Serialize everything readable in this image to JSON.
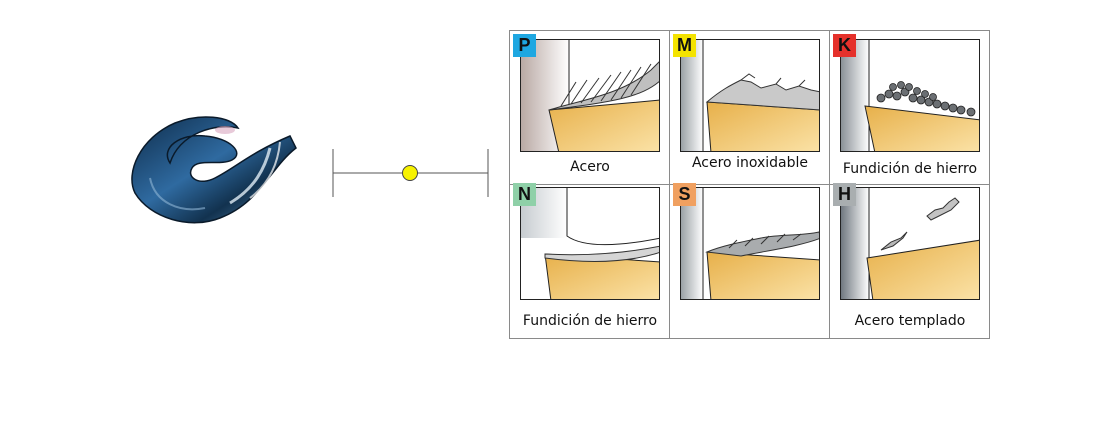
{
  "materials": [
    {
      "code": "P",
      "label": "Acero",
      "color": "#1ea7e1"
    },
    {
      "code": "M",
      "label": "Acero inoxidable",
      "color": "#f4e300"
    },
    {
      "code": "K",
      "label": "Fundición de hierro",
      "color": "#e5312b"
    },
    {
      "code": "N",
      "label": "Fundición de hierro",
      "color": "#8fd0a8"
    },
    {
      "code": "S",
      "label": "",
      "color": "#f0a060"
    },
    {
      "code": "H",
      "label": "Acero templado",
      "color": "#a9aeb0"
    }
  ],
  "slider": {
    "knob_color": "#f7f200"
  }
}
